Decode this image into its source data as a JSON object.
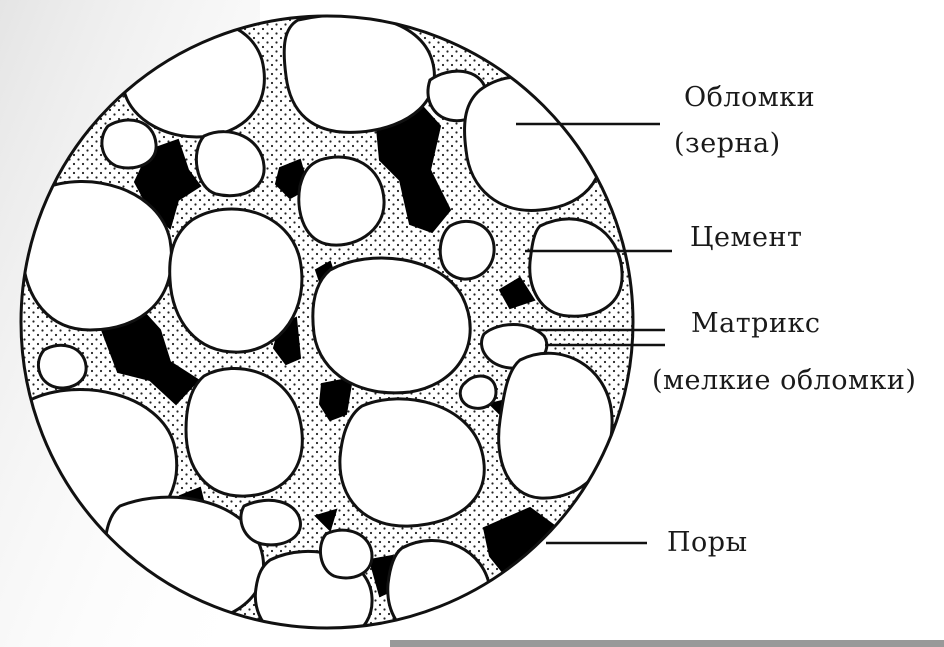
{
  "labels": {
    "fragments": "Обломки",
    "fragments_note": "(зерна)",
    "cement": "Цемент",
    "matrix": "Матрикс",
    "matrix_note": "(мелкие обломки)",
    "pores": "Поры"
  },
  "colors": {
    "background": "#ffffff",
    "corner_shadow": "#d9d9d9",
    "outline": "#111111",
    "pore_fill": "#000000",
    "cement_fill": "#ffffff",
    "cement_dots": "#222222",
    "grain_fill": "#ffffff"
  }
}
